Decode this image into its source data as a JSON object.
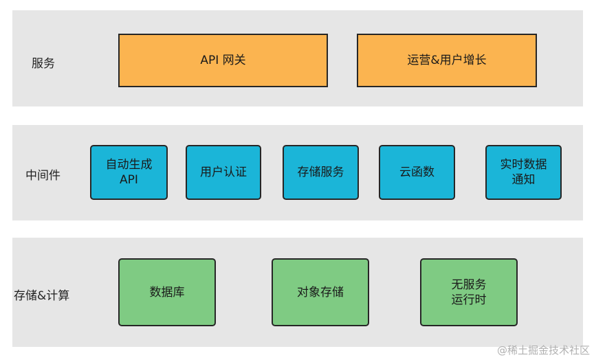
{
  "layers": {
    "services": {
      "label": "服务",
      "boxes": [
        "API 网关",
        "运营&用户增长"
      ]
    },
    "middleware": {
      "label": "中间件",
      "boxes": [
        {
          "line1": "自动生成",
          "line2": "API"
        },
        {
          "line1": "用户认证",
          "line2": ""
        },
        {
          "line1": "存储服务",
          "line2": ""
        },
        {
          "line1": "云函数",
          "line2": ""
        },
        {
          "line1": "实时数据",
          "line2": "通知"
        }
      ]
    },
    "storage": {
      "label": "存储&计算",
      "boxes": [
        {
          "line1": "数据库",
          "line2": ""
        },
        {
          "line1": "对象存储",
          "line2": ""
        },
        {
          "line1": "无服务",
          "line2": "运行时"
        }
      ]
    }
  },
  "colors": {
    "services": "#fbb450",
    "middleware": "#1bb5d8",
    "storage": "#7fcb83",
    "band": "#e6e6e6"
  },
  "watermark": "@稀土掘金技术社区"
}
